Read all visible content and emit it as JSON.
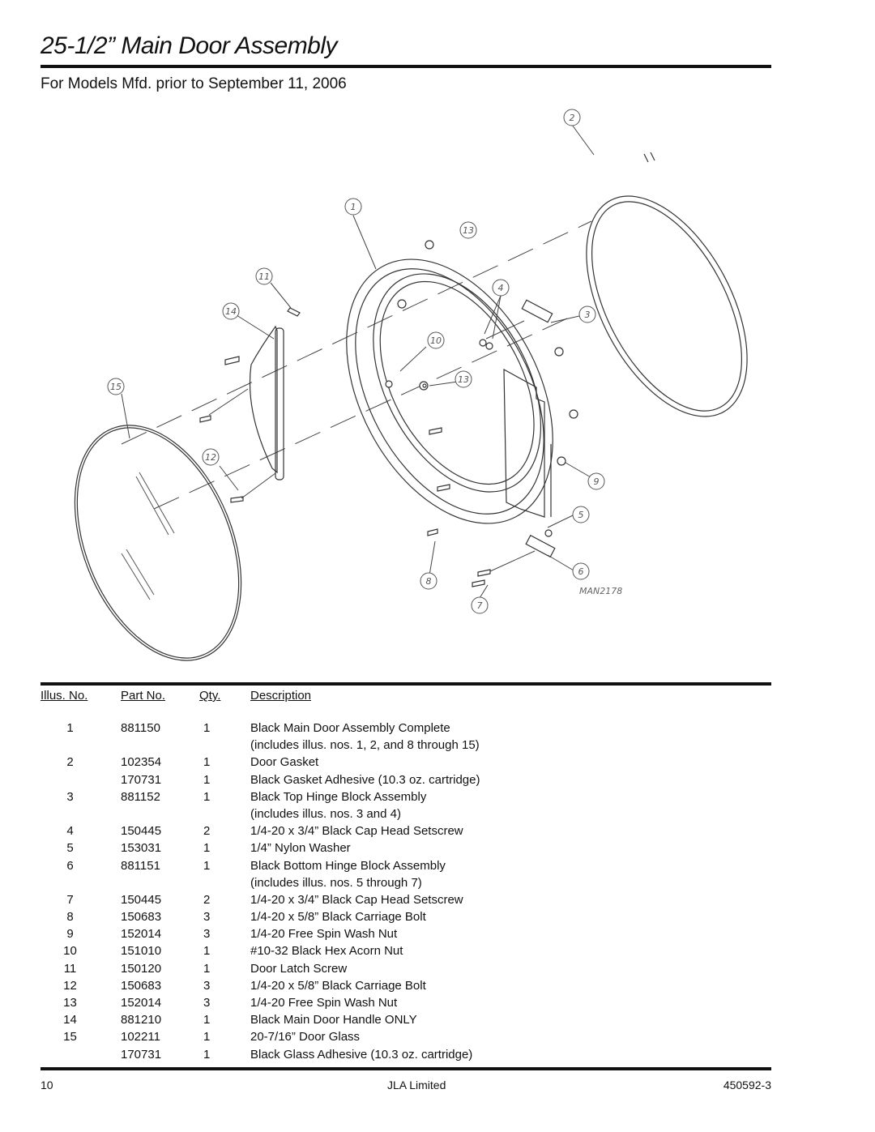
{
  "header": {
    "title": "25-1/2” Main Door Assembly",
    "subtitle": "For Models Mfd. prior to September 11, 2006"
  },
  "diagram": {
    "drawing_code": "MAN2178",
    "callouts": [
      "1",
      "2",
      "3",
      "4",
      "5",
      "6",
      "7",
      "8",
      "9",
      "10",
      "11",
      "12",
      "13",
      "14",
      "15"
    ]
  },
  "table": {
    "headers": {
      "illus": "Illus. No.",
      "part": "Part No.",
      "qty": "Qty.",
      "desc": "Description"
    },
    "rows": [
      {
        "illus": "1",
        "part": "881150",
        "qty": "1",
        "desc": "Black Main Door Assembly Complete"
      },
      {
        "illus": "",
        "part": "",
        "qty": "",
        "desc": "(includes illus. nos. 1, 2, and 8 through 15)"
      },
      {
        "illus": "2",
        "part": "102354",
        "qty": "1",
        "desc": "Door Gasket"
      },
      {
        "illus": "",
        "part": "170731",
        "qty": "1",
        "desc": "Black Gasket Adhesive (10.3 oz. cartridge)"
      },
      {
        "illus": "3",
        "part": "881152",
        "qty": "1",
        "desc": "Black Top Hinge Block Assembly"
      },
      {
        "illus": "",
        "part": "",
        "qty": "",
        "desc": "(includes illus. nos. 3 and 4)"
      },
      {
        "illus": "4",
        "part": "150445",
        "qty": "2",
        "desc": "1/4-20 x 3/4” Black Cap Head Setscrew"
      },
      {
        "illus": "5",
        "part": "153031",
        "qty": "1",
        "desc": "1/4” Nylon Washer"
      },
      {
        "illus": "6",
        "part": "881151",
        "qty": "1",
        "desc": "Black Bottom Hinge Block Assembly"
      },
      {
        "illus": "",
        "part": "",
        "qty": "",
        "desc": "(includes illus. nos. 5 through 7)"
      },
      {
        "illus": "7",
        "part": "150445",
        "qty": "2",
        "desc": "1/4-20 x 3/4” Black Cap Head Setscrew"
      },
      {
        "illus": "8",
        "part": "150683",
        "qty": "3",
        "desc": "1/4-20 x 5/8” Black Carriage Bolt"
      },
      {
        "illus": "9",
        "part": "152014",
        "qty": "3",
        "desc": "1/4-20 Free Spin Wash Nut"
      },
      {
        "illus": "10",
        "part": "151010",
        "qty": "1",
        "desc": "#10-32 Black Hex Acorn Nut"
      },
      {
        "illus": "11",
        "part": "150120",
        "qty": "1",
        "desc": "Door Latch Screw"
      },
      {
        "illus": "12",
        "part": "150683",
        "qty": "3",
        "desc": "1/4-20 x 5/8” Black Carriage Bolt"
      },
      {
        "illus": "13",
        "part": "152014",
        "qty": "3",
        "desc": "1/4-20 Free Spin Wash Nut"
      },
      {
        "illus": "14",
        "part": "881210",
        "qty": "1",
        "desc": "Black Main Door Handle ONLY"
      },
      {
        "illus": "15",
        "part": "102211",
        "qty": "1",
        "desc": "20-7/16” Door Glass"
      },
      {
        "illus": "",
        "part": "170731",
        "qty": "1",
        "desc": "Black Glass Adhesive (10.3 oz. cartridge)"
      }
    ]
  },
  "footer": {
    "page_number": "10",
    "brand": "JLA Limited",
    "doc_number": "450592-3"
  }
}
